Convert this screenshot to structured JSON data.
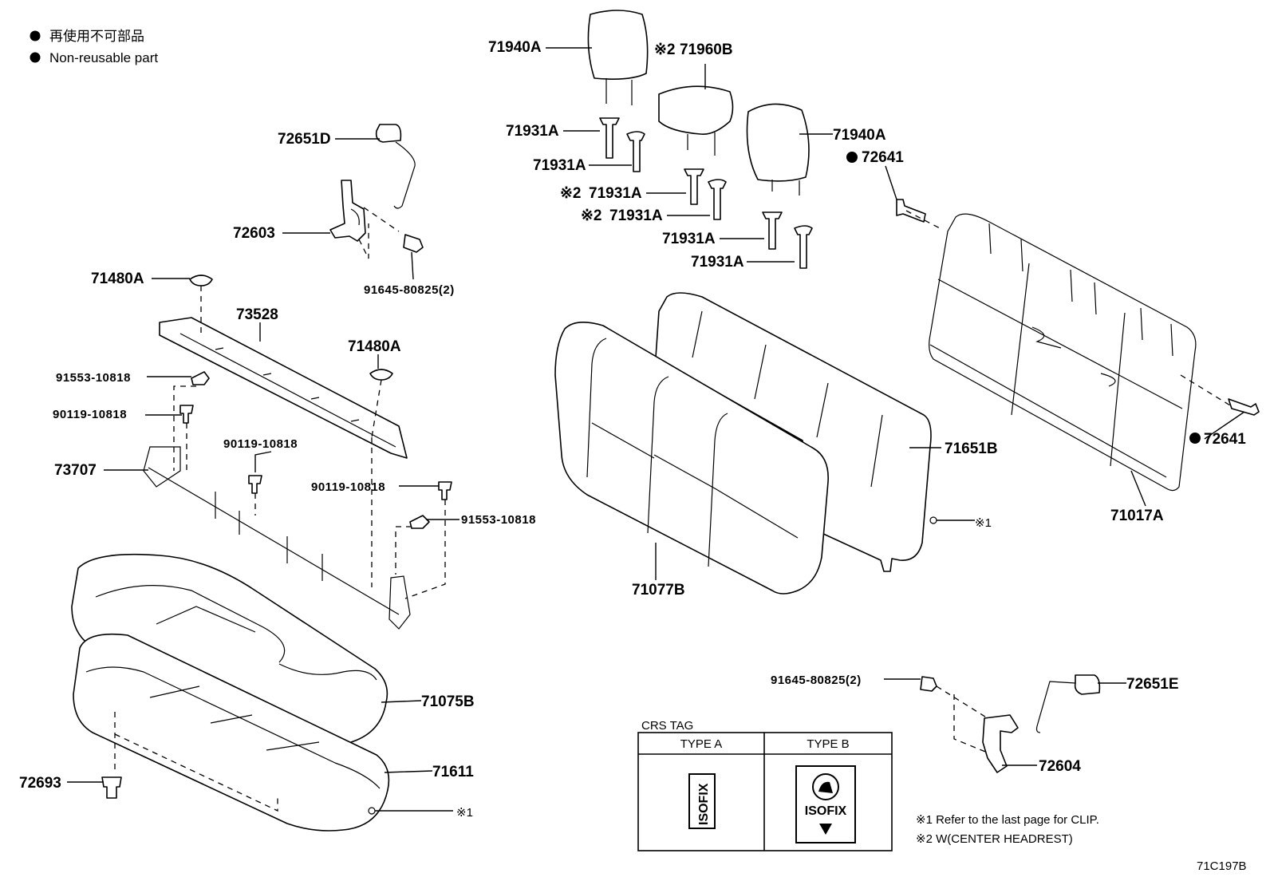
{
  "legend": {
    "jp": "再使用不可部品",
    "en": "Non-reusable part"
  },
  "labels": {
    "p71940A_left": "71940A",
    "p71960B": "71960B",
    "mark2_71960B": "※2",
    "p71931A_1": "71931A",
    "p71931A_2": "71931A",
    "p71931A_3": "71931A",
    "mark2_71931A_3": "※2",
    "p71931A_4": "71931A",
    "mark2_71931A_4": "※2",
    "p71931A_5": "71931A",
    "p71931A_6": "71931A",
    "p71940A_right": "71940A",
    "p72641_top": "72641",
    "p72641_bottom": "72641",
    "p72651D": "72651D",
    "p72603": "72603",
    "p91645_top": "91645-80825(2)",
    "p71480A_left": "71480A",
    "p73528": "73528",
    "p71480A_mid": "71480A",
    "p91553_left": "91553-10818",
    "p90119_a": "90119-10818",
    "p90119_b": "90119-10818",
    "p73707": "73707",
    "p90119_c": "90119-10818",
    "p91553_right": "91553-10818",
    "p71651B": "71651B",
    "clip_mark_back": "※1",
    "p71017A": "71017A",
    "p71077B": "71077B",
    "p71075B": "71075B",
    "p71611": "71611",
    "clip_mark_cushion": "※1",
    "p72693": "72693",
    "p91645_bottom": "91645-80825(2)",
    "p72651E": "72651E",
    "p72604": "72604"
  },
  "crs_tag": {
    "title": "CRS TAG",
    "type_a": "TYPE A",
    "type_b": "TYPE B",
    "isofix_a": "ISOFIX",
    "isofix_b": "ISOFIX"
  },
  "notes": {
    "note1": "※1  Refer to the last page for CLIP.",
    "note2": "※2  W(CENTER  HEADREST)"
  },
  "figure_code": "71C197B"
}
